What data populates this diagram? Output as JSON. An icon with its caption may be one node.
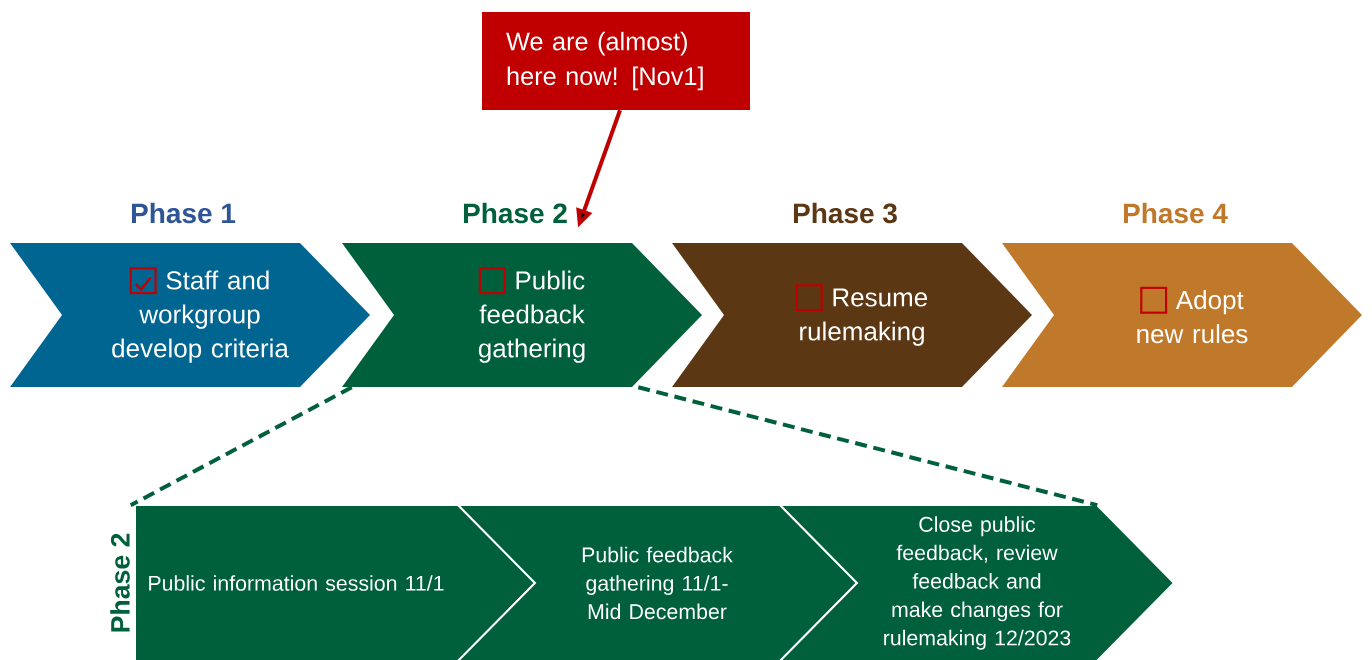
{
  "diagram": {
    "nodes": [
      {
        "text": [
          "We are (almost) here now! [Nov1]"
        ]
      },
      {
        "text": [
          "Phase 1",
          "Staff and workgroup develop criteria"
        ]
      },
      {
        "text": [
          "Phase 2",
          "Public feedback gathering"
        ]
      },
      {
        "text": [
          "Phase 3",
          "Resume rulemaking"
        ]
      },
      {
        "text": [
          "Phase 4",
          "Adopt new rules"
        ]
      },
      {
        "text": [
          "Public information session 11/1"
        ]
      },
      {
        "text": [
          "Public feedback gathering 11/1- Mid December"
        ]
      },
      {
        "text": [
          "Close public feedback, review feedback and make changes for rulemaking 12/2023"
        ]
      }
    ],
    "edges": [
      {
        "from": 0,
        "to": 2,
        "arrow": "to",
        "color": "#c00000"
      },
      {
        "from": 2,
        "to": 5,
        "arrow": "none",
        "style": "dashed"
      },
      {
        "from": 2,
        "to": 7,
        "arrow": "none",
        "style": "dashed"
      }
    ],
    "labels": [
      "Phase 2"
    ]
  }
}
